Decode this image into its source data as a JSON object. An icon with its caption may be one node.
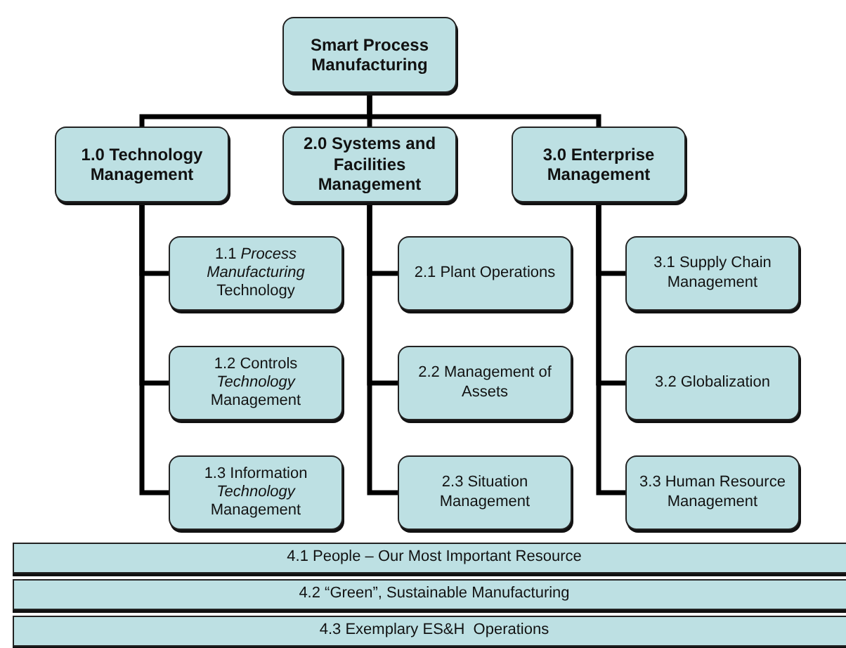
{
  "diagram": {
    "nodes": [
      {
        "text": [
          "Smart Process Manufacturing"
        ]
      },
      {
        "text": [
          "1.0 Technology Management"
        ]
      },
      {
        "text": [
          "2.0 Systems and Facilities Management"
        ]
      },
      {
        "text": [
          "3.0 Enterprise Management"
        ]
      },
      {
        "text": [
          "1.1 *Process Manufacturing* Technology"
        ]
      },
      {
        "text": [
          "1.2 Controls *Technology* Management"
        ]
      },
      {
        "text": [
          "1.3 Information *Technology* Management"
        ]
      },
      {
        "text": [
          "2.1 Plant Operations"
        ]
      },
      {
        "text": [
          "2.2 Management of Assets"
        ]
      },
      {
        "text": [
          "2.3 Situation Management"
        ]
      },
      {
        "text": [
          "3.1 Supply Chain Management"
        ]
      },
      {
        "text": [
          "3.2 Globalization"
        ]
      },
      {
        "text": [
          "3.3 Human Resource Management"
        ]
      },
      {
        "text": [
          "4.1 People – Our Most Important Resource"
        ]
      },
      {
        "text": [
          "4.2 “Green”, Sustainable Manufacturing"
        ]
      },
      {
        "text": [
          "4.3 Exemplary ES&H  Operations"
        ]
      }
    ],
    "edges": [
      {
        "from": 0,
        "to": 1,
        "arrow": "none"
      },
      {
        "from": 0,
        "to": 2,
        "arrow": "none"
      },
      {
        "from": 0,
        "to": 3,
        "arrow": "none"
      },
      {
        "from": 1,
        "to": 4,
        "arrow": "none"
      },
      {
        "from": 1,
        "to": 5,
        "arrow": "none"
      },
      {
        "from": 1,
        "to": 6,
        "arrow": "none"
      },
      {
        "from": 2,
        "to": 7,
        "arrow": "none"
      },
      {
        "from": 2,
        "to": 8,
        "arrow": "none"
      },
      {
        "from": 2,
        "to": 9,
        "arrow": "none"
      },
      {
        "from": 3,
        "to": 10,
        "arrow": "none"
      },
      {
        "from": 3,
        "to": 11,
        "arrow": "none"
      },
      {
        "from": 3,
        "to": 12,
        "arrow": "none"
      }
    ]
  }
}
